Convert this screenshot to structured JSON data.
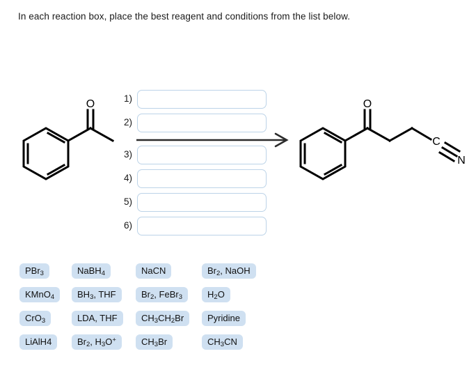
{
  "prompt": "In each reaction box, place the best reagent and conditions from the list below.",
  "reaction": {
    "arrow": "reaction-arrow",
    "starting_material": {
      "name": "acetophenone",
      "atom_labels": [
        "O"
      ]
    },
    "product": {
      "name": "4-oxo-4-phenylbutanenitrile",
      "atom_labels": [
        "O",
        "C",
        "N"
      ]
    }
  },
  "answer_boxes": [
    {
      "number": "1)",
      "value": "",
      "placeholder": ""
    },
    {
      "number": "2)",
      "value": "",
      "placeholder": ""
    },
    {
      "number": "3)",
      "value": "",
      "placeholder": ""
    },
    {
      "number": "4)",
      "value": "",
      "placeholder": ""
    },
    {
      "number": "5)",
      "value": "",
      "placeholder": ""
    },
    {
      "number": "6)",
      "value": "",
      "placeholder": ""
    }
  ],
  "reagent_columns": [
    {
      "items": [
        {
          "text": "PBr3",
          "html": "PBr<sub>3</sub>"
        },
        {
          "text": "KMnO4",
          "html": "KMnO<sub>4</sub>"
        },
        {
          "text": "CrO3",
          "html": "CrO<sub>3</sub>"
        },
        {
          "text": "LiAlH4",
          "html": "LiAlH4"
        }
      ]
    },
    {
      "items": [
        {
          "text": "NaBH4",
          "html": "NaBH<sub>4</sub>"
        },
        {
          "text": "BH3, THF",
          "html": "BH<sub>3</sub>, THF"
        },
        {
          "text": "LDA, THF",
          "html": "LDA, THF"
        },
        {
          "text": "Br2, H3O+",
          "html": "Br<sub>2</sub>, H<sub>3</sub>O<sup>+</sup>"
        }
      ]
    },
    {
      "items": [
        {
          "text": "NaCN",
          "html": "NaCN"
        },
        {
          "text": "Br2, FeBr3",
          "html": "Br<sub>2</sub>, FeBr<sub>3</sub>"
        },
        {
          "text": "CH3CH2Br",
          "html": "CH<sub>3</sub>CH<sub>2</sub>Br"
        },
        {
          "text": "CH3Br",
          "html": "CH<sub>3</sub>Br"
        }
      ]
    },
    {
      "items": [
        {
          "text": "Br2, NaOH",
          "html": "Br<sub>2</sub>, NaOH"
        },
        {
          "text": "H2O",
          "html": "H<sub>2</sub>O"
        },
        {
          "text": "Pyridine",
          "html": "Pyridine"
        },
        {
          "text": "CH3CN",
          "html": "CH<sub>3</sub>CN"
        }
      ]
    }
  ],
  "colors": {
    "chip_background": "#cfe0f1",
    "box_border": "#bcd3e8",
    "arrow": "#2b2b2b",
    "text": "#101010",
    "page_background": "#ffffff"
  }
}
